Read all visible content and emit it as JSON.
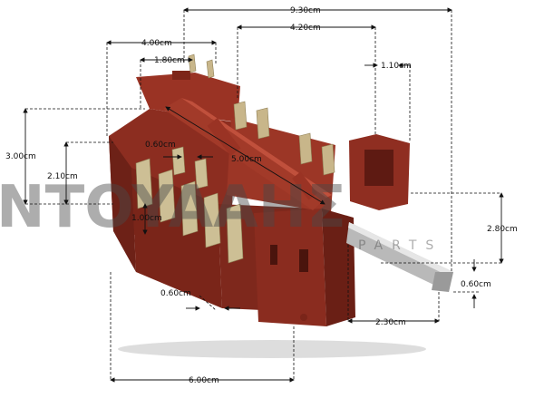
{
  "watermark": {
    "main": "NTOYAAHΣ",
    "sub": "PARTS",
    "color": "#4a4a4a"
  },
  "dimensions": {
    "overall_width": "9.30cm",
    "top_width": "4.00cm",
    "terminal_pitch": "1.80cm",
    "body_width": "4.20cm",
    "bracket_width": "1.10cm",
    "total_height": "3.00cm",
    "mid_height": "2.10cm",
    "inner_gap": "0.60cm",
    "small_gap": "1.00cm",
    "diagonal": "5.00cm",
    "shaft_height": "2.80cm",
    "shaft_tip": "0.60cm",
    "shaft_length": "2.30cm",
    "bottom_gap": "0.60cm",
    "base_width": "6.00cm"
  },
  "colors": {
    "housing": "#8c2d20",
    "housing_dark": "#5e1a12",
    "contacts": "#c8b68a",
    "shaft": "#b9b9b9"
  }
}
